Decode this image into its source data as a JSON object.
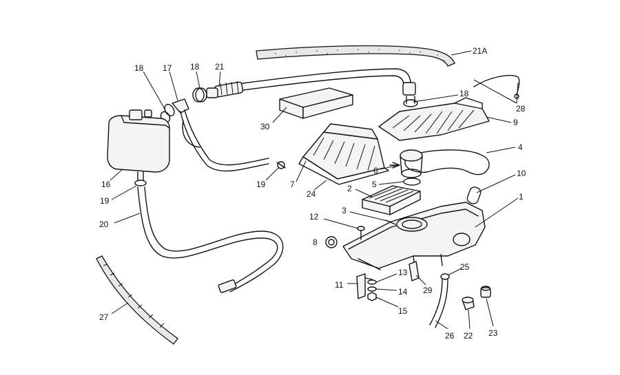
{
  "callouts": [
    {
      "id": "c-21a",
      "text": "21A"
    },
    {
      "id": "c-18a",
      "text": "18"
    },
    {
      "id": "c-17",
      "text": "17"
    },
    {
      "id": "c-18b",
      "text": "18"
    },
    {
      "id": "c-21",
      "text": "21"
    },
    {
      "id": "c-18c",
      "text": "18"
    },
    {
      "id": "c-28",
      "text": "28"
    },
    {
      "id": "c-30",
      "text": "30"
    },
    {
      "id": "c-9",
      "text": "9"
    },
    {
      "id": "c-4",
      "text": "4"
    },
    {
      "id": "c-6",
      "text": "6"
    },
    {
      "id": "c-10",
      "text": "10"
    },
    {
      "id": "c-16",
      "text": "16"
    },
    {
      "id": "c-19a",
      "text": "19"
    },
    {
      "id": "c-19b",
      "text": "19"
    },
    {
      "id": "c-7",
      "text": "7"
    },
    {
      "id": "c-24",
      "text": "24"
    },
    {
      "id": "c-5",
      "text": "5"
    },
    {
      "id": "c-2",
      "text": "2"
    },
    {
      "id": "c-1",
      "text": "1"
    },
    {
      "id": "c-20",
      "text": "20"
    },
    {
      "id": "c-3",
      "text": "3"
    },
    {
      "id": "c-12",
      "text": "12"
    },
    {
      "id": "c-8",
      "text": "8"
    },
    {
      "id": "c-25",
      "text": "25"
    },
    {
      "id": "c-13",
      "text": "13"
    },
    {
      "id": "c-11",
      "text": "11"
    },
    {
      "id": "c-29",
      "text": "29"
    },
    {
      "id": "c-14",
      "text": "14"
    },
    {
      "id": "c-15",
      "text": "15"
    },
    {
      "id": "c-27",
      "text": "27"
    },
    {
      "id": "c-26",
      "text": "26"
    },
    {
      "id": "c-22",
      "text": "22"
    },
    {
      "id": "c-23",
      "text": "23"
    }
  ]
}
